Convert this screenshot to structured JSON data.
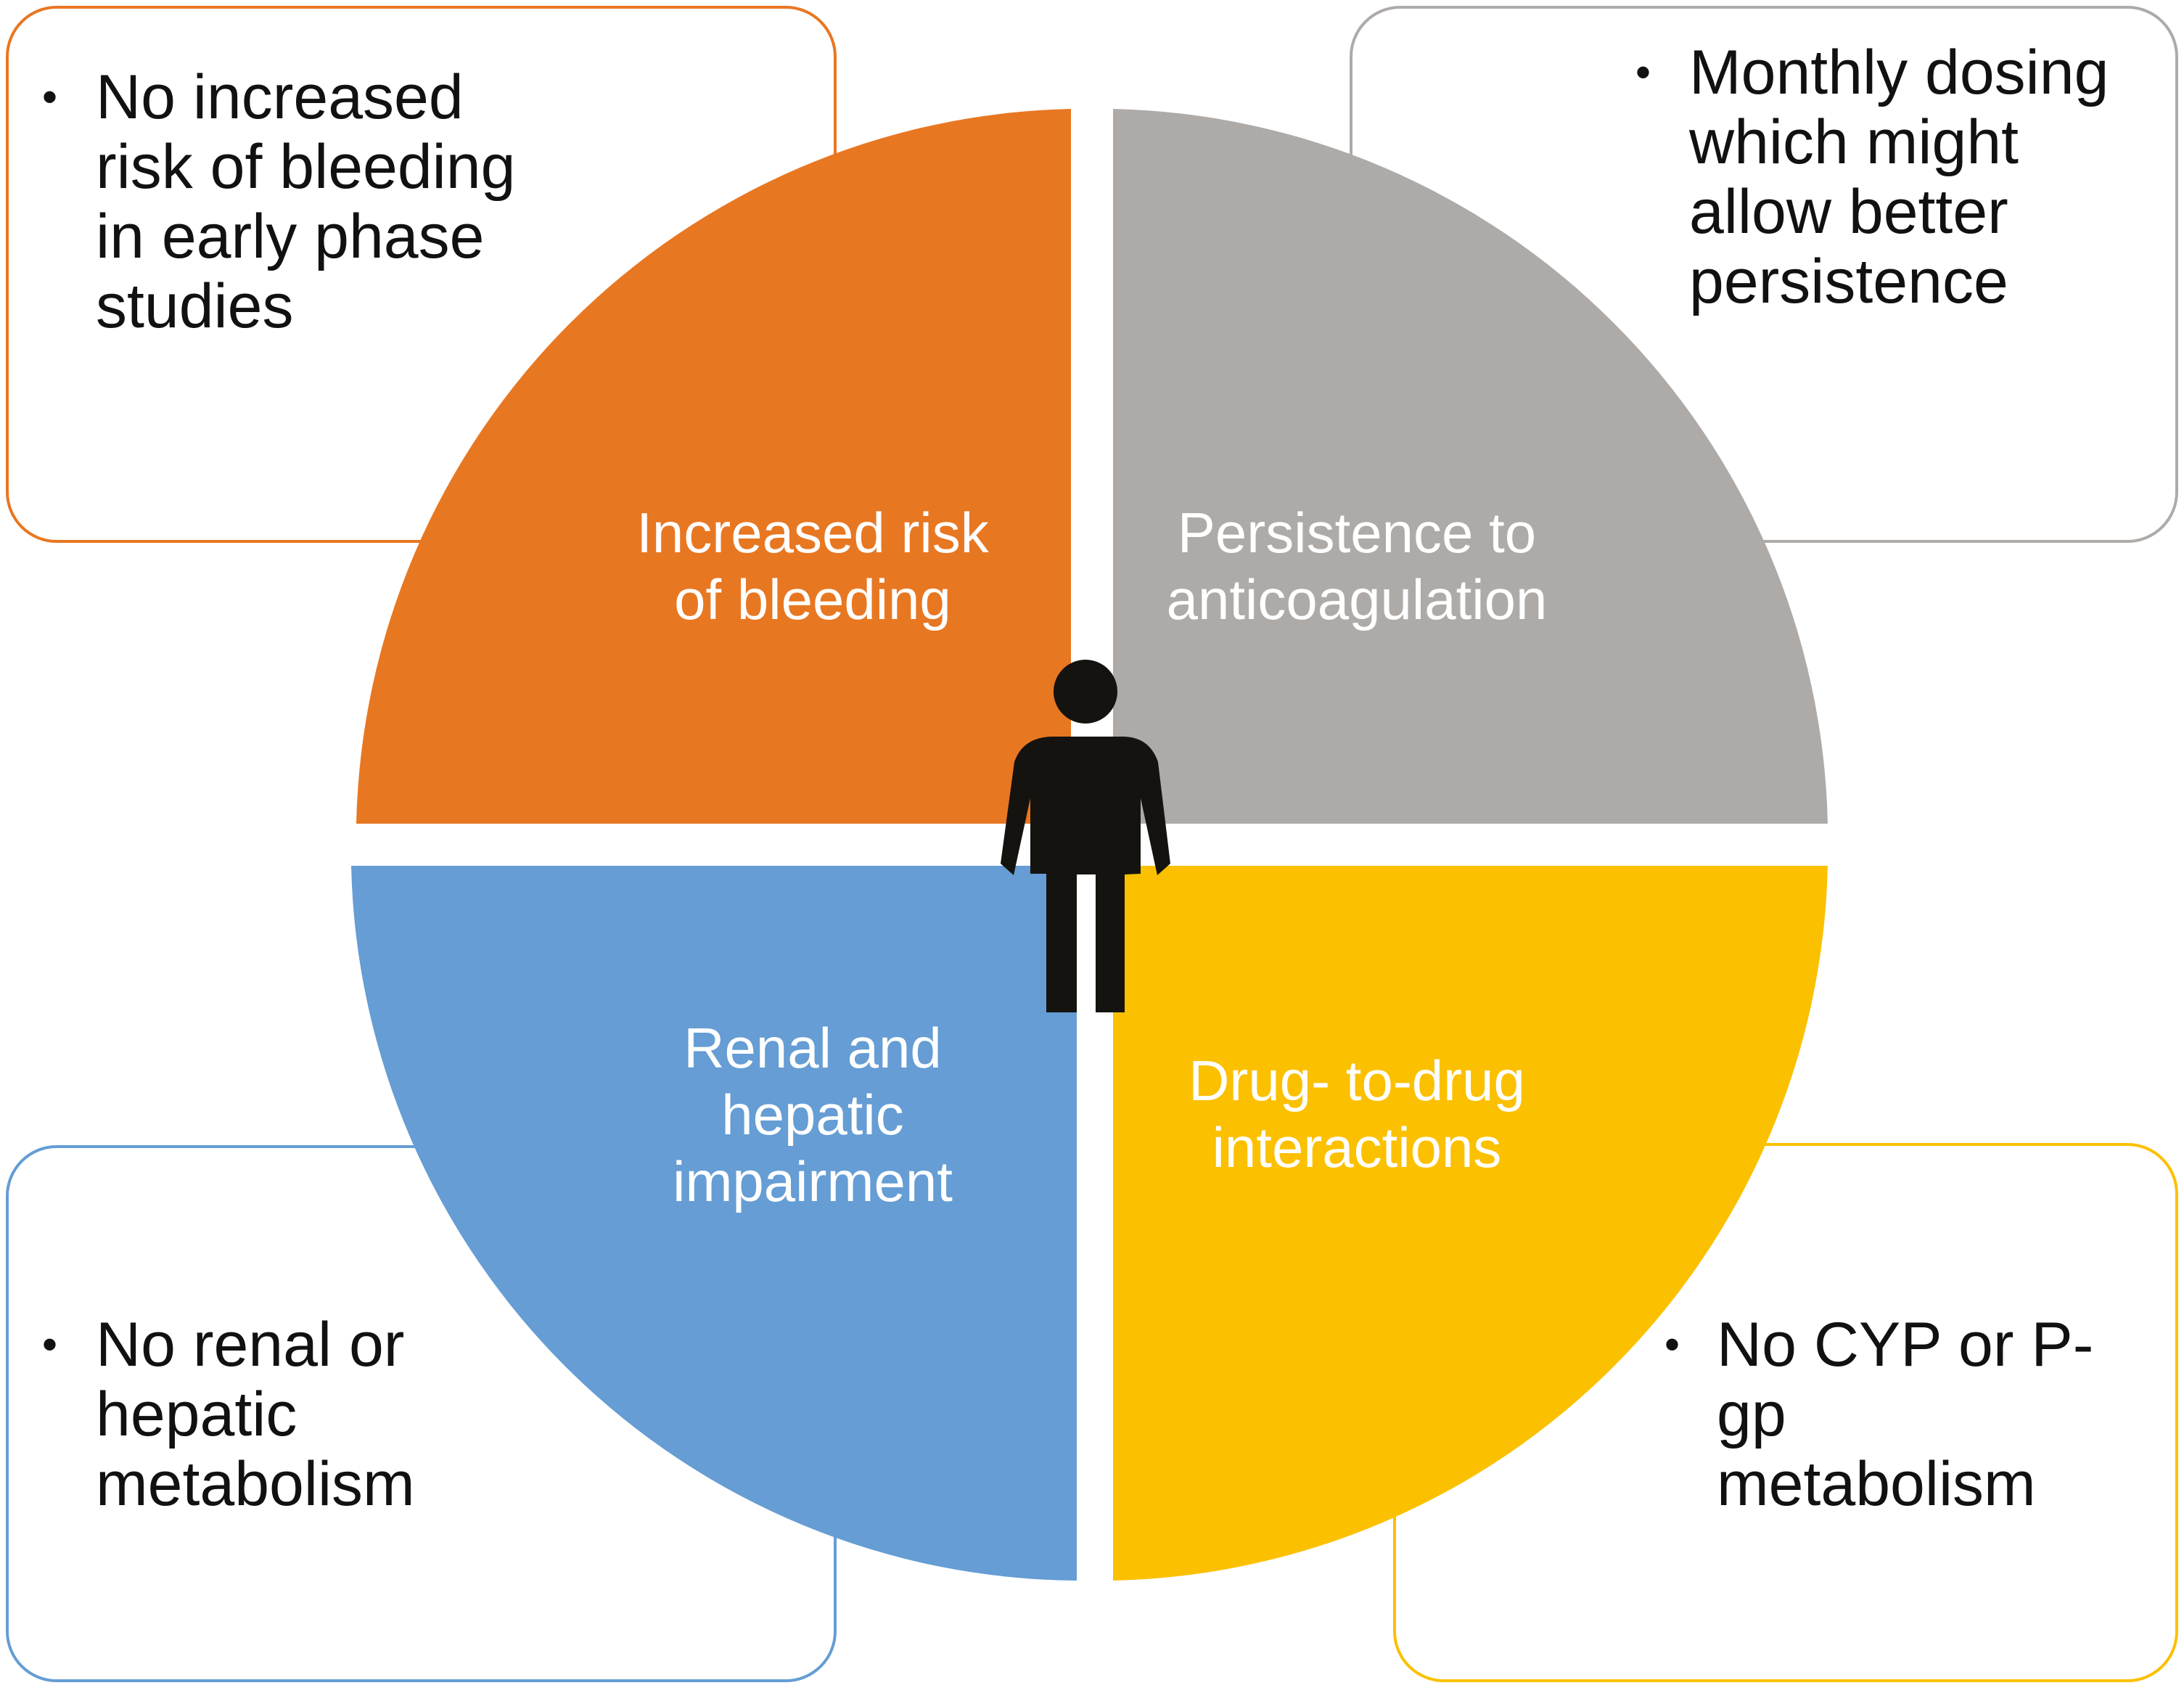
{
  "colors": {
    "orange": "#e87722",
    "gray": "#aeaaa8",
    "blue": "#659dd4",
    "yellow": "#fbc000",
    "person": "#15130f",
    "text": "#111111"
  },
  "quadrants": {
    "top_left": {
      "label": "Increased risk\nof bleeding",
      "color": "#e87722"
    },
    "top_right": {
      "label": "Persistence to\nanticoagulation",
      "color": "#aeaaa8"
    },
    "bottom_left": {
      "label": "Renal and\nhepatic\nimpairment",
      "color": "#659dd4"
    },
    "bottom_right": {
      "label": "Drug- to-drug\ninteractions",
      "color": "#fbc000"
    }
  },
  "boxes": {
    "top_left": {
      "text": "No increased\nrisk of bleeding\nin early phase\nstudies"
    },
    "top_right": {
      "text": "Monthly dosing\nwhich might\nallow better\npersistence"
    },
    "bottom_left": {
      "text": "No renal or\nhepatic\nmetabolism"
    },
    "bottom_right": {
      "text": "No CYP or P-\ngp\nmetabolism"
    }
  },
  "icons": {
    "center": "person-icon"
  }
}
